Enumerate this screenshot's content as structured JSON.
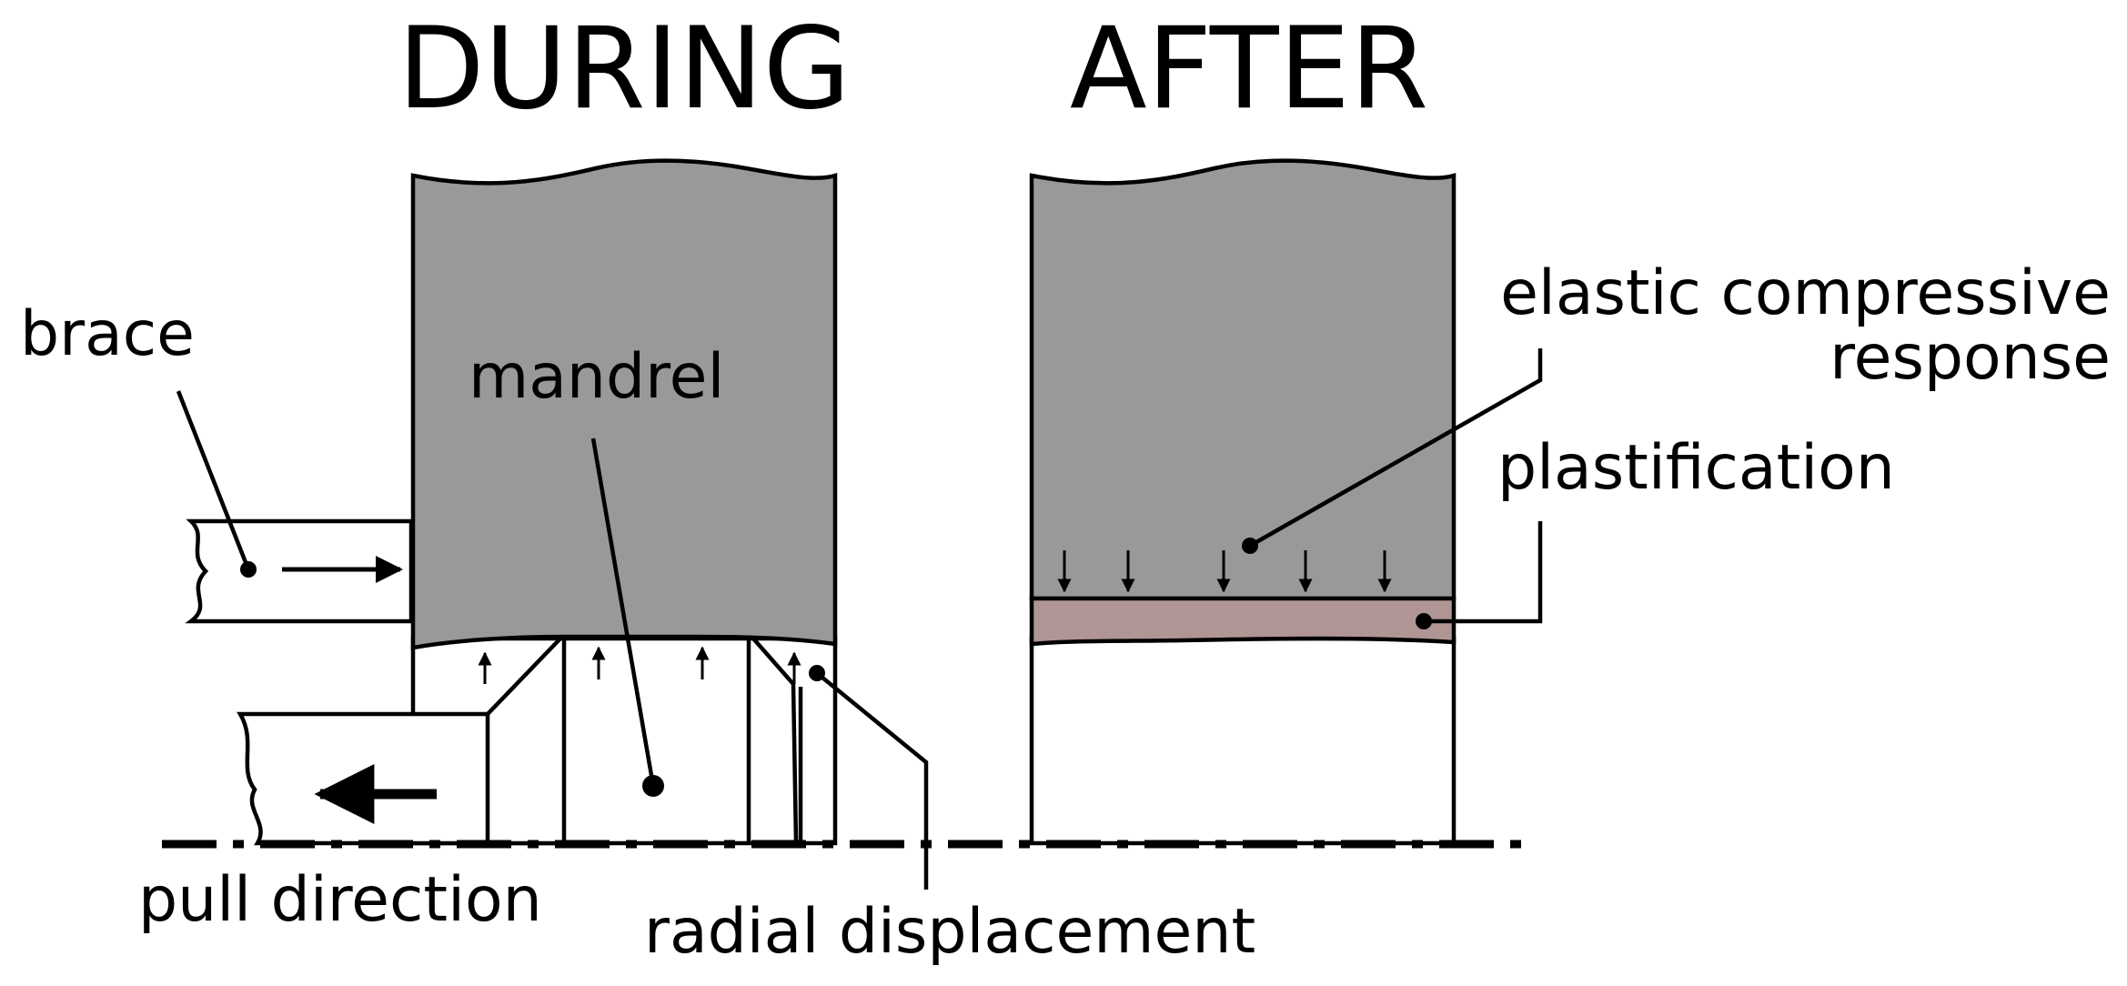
{
  "headings": {
    "during": "DURING",
    "after": "AFTER"
  },
  "labels": {
    "brace": "brace",
    "mandrel": "mandrel",
    "pull_direction": "pull direction",
    "radial_displacement": "radial displacement",
    "elastic_line1": "elastic compressive",
    "elastic_line2": "response",
    "plastification": "plastification"
  },
  "colors": {
    "mandrel_fill": "#999999",
    "plastified_layer": "#b09595",
    "line": "#000000",
    "background": "#ffffff"
  },
  "icons": {
    "pull_arrow": "arrow-left-icon",
    "brace_arrow": "arrow-right-icon",
    "axis": "dash-dot-centerline"
  }
}
